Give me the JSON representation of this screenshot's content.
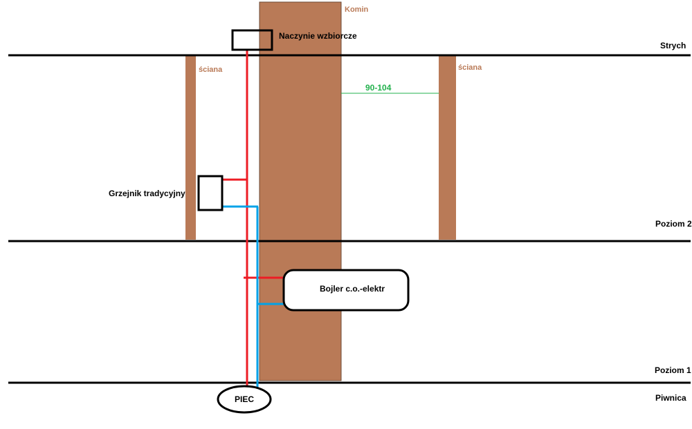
{
  "floors": {
    "attic": "Strych",
    "level2": "Poziom 2",
    "level1": "Poziom 1",
    "basement": "Piwnica"
  },
  "chimney": {
    "label": "Komin"
  },
  "walls": {
    "left": "ściana",
    "right": "ściana"
  },
  "distance": {
    "label": "90-104"
  },
  "components": {
    "expansion_tank": "Naczynie wzbiorcze",
    "radiator": "Grzejnik tradycyjny",
    "boiler": "Bojler c.o.-elektr",
    "furnace": "PIEC"
  },
  "colors": {
    "wall": "#b97a57",
    "supply_pipe": "#ed1c24",
    "return_pipe": "#00a2e8",
    "measurement": "#22b14c",
    "floor_line": "#000000"
  }
}
